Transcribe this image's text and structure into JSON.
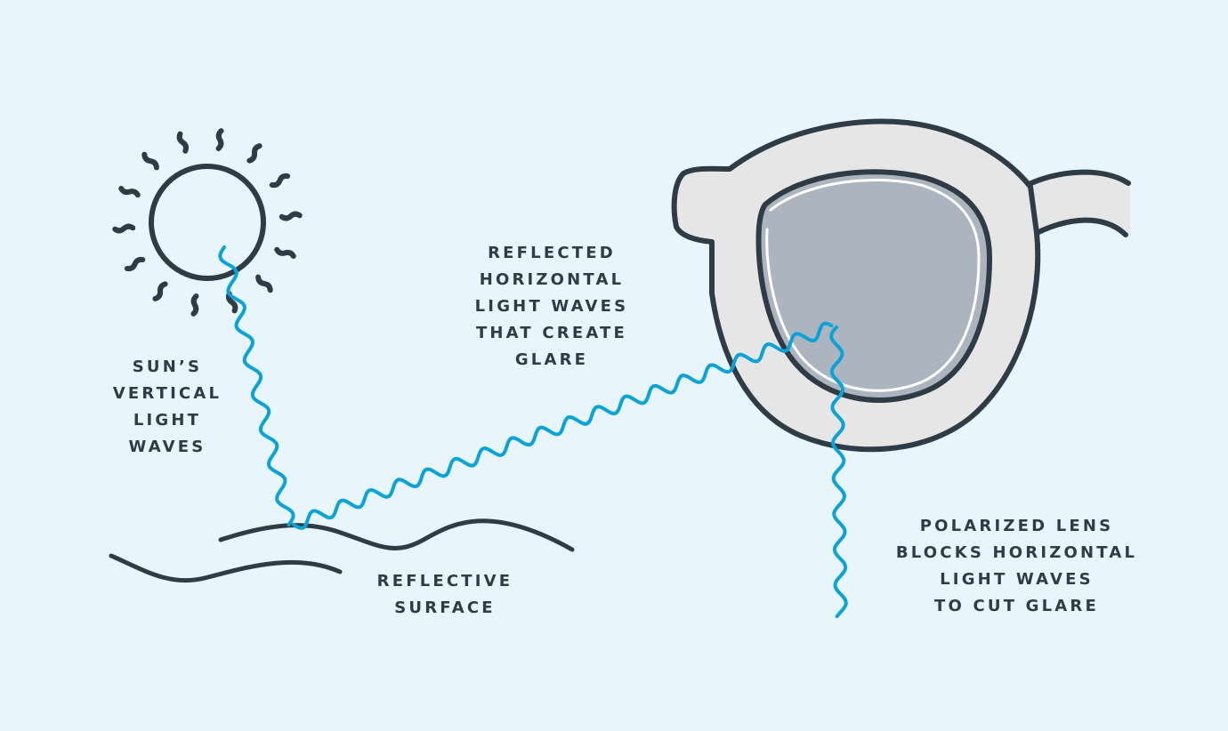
{
  "colors": {
    "background": "#e8f5fd",
    "ink": "#2f3b45",
    "wave": "#0aa3d9",
    "frame": "#e6e6e6",
    "lens": "#acb5bf"
  },
  "labels": {
    "sun": [
      "SUN’S",
      "VERTICAL",
      "LIGHT",
      "WAVES"
    ],
    "reflected": [
      "REFLECTED",
      "HORIZONTAL",
      "LIGHT WAVES",
      "THAT CREATE",
      "GLARE"
    ],
    "surface": [
      "REFLECTIVE",
      "SURFACE"
    ],
    "polarized": [
      "POLARIZED LENS",
      "BLOCKS HORIZONTAL",
      "LIGHT WAVES",
      "TO CUT GLARE"
    ]
  }
}
